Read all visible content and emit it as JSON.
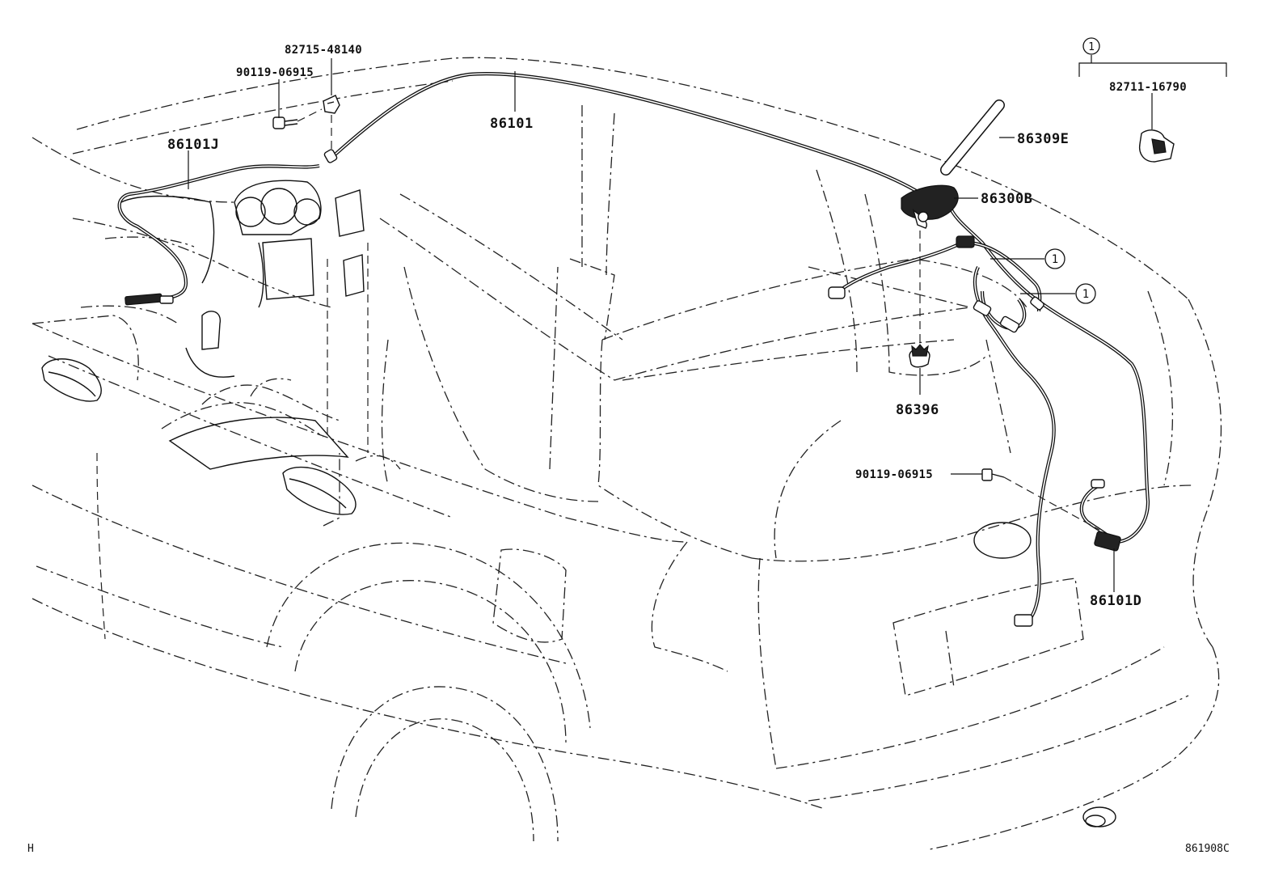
{
  "labels": {
    "clip_82715": "82715-48140",
    "bolt_upper": "90119-06915",
    "cord_86101": "86101",
    "cord_86101j": "86101J",
    "pole_86309e": "86309E",
    "antenna_86300b": "86300B",
    "pad_86396": "86396",
    "bolt_lower": "90119-06915",
    "cord_86101d": "86101D",
    "clamp_82711": "82711-16790"
  },
  "callouts": {
    "ref_mark": "1"
  },
  "footer": {
    "left_code": "H",
    "figure_id": "861908C"
  }
}
